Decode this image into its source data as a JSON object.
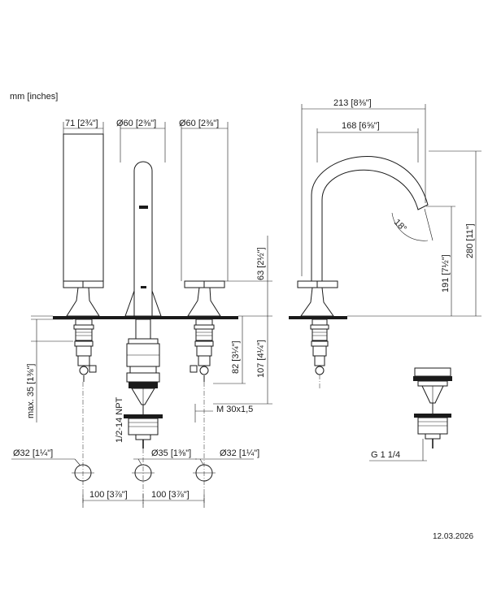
{
  "units_label": "mm [inches]",
  "date": "12.03.2026",
  "front_view": {
    "width_handle": "71 [2¾\"]",
    "dia_spout": "Ø60 [2⅜\"]",
    "dia_handle": "Ø60 [2⅜\"]",
    "handle_height": "63 [2½\"]",
    "dim_82": "82 [3¼\"]",
    "dim_107": "107 [4¼\"]",
    "max_deck": "max. 35 [1⅜\"]",
    "npt_thread": "1/2-14 NPT",
    "m_thread": "M 30x1,5",
    "hole_left": "Ø32 [1¼\"]",
    "hole_center": "Ø35 [1⅜\"]",
    "hole_right": "Ø32 [1¼\"]",
    "spacing_left": "100 [3⅞\"]",
    "spacing_right": "100 [3⅞\"]"
  },
  "side_view": {
    "reach_total": "213 [8⅜\"]",
    "reach_spout": "168 [6⅝\"]",
    "angle": "18°",
    "height_outlet": "191 [7½\"]",
    "height_total": "280 [11\"]"
  },
  "drain": {
    "thread": "G 1 1/4"
  }
}
